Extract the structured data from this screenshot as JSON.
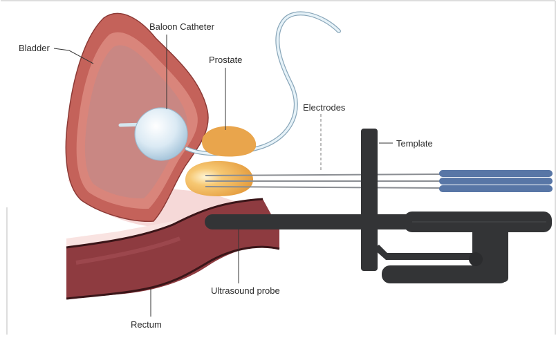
{
  "labels": {
    "bladder": "Bladder",
    "catheter": "Baloon Catheter",
    "prostate": "Prostate",
    "electrodes": "Electrodes",
    "template": "Template",
    "probe": "Ultrasound probe",
    "rectum": "Rectum"
  },
  "colors": {
    "bladder_outer": "#c4625a",
    "bladder_wall": "#d9857b",
    "bladder_inner": "#c98783",
    "rectum": "#8e3b40",
    "prostate": "#e9a54c",
    "instrument": "#333436",
    "electrode_handle": "#5876a6",
    "catheter": "#dcecf4",
    "tissue": "#f6d9d8"
  }
}
